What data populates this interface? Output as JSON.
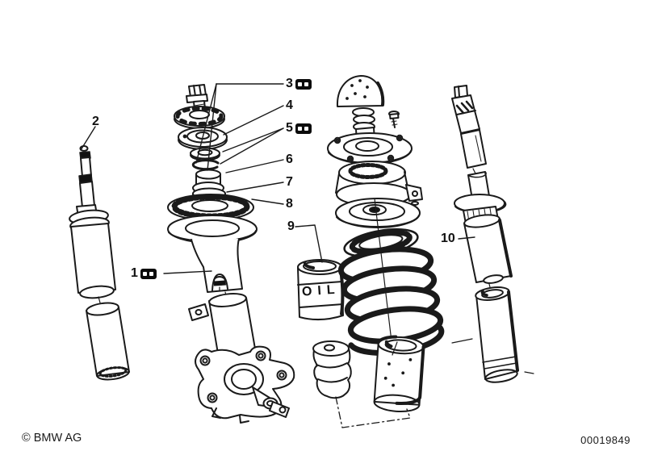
{
  "diagram": {
    "description": "Exploded parts diagram of suspension strut, shock absorber inserts and coil spring"
  },
  "callouts": [
    {
      "num": "1",
      "has_marker": true
    },
    {
      "num": "2",
      "has_marker": false
    },
    {
      "num": "3",
      "has_marker": true
    },
    {
      "num": "4",
      "has_marker": false
    },
    {
      "num": "5",
      "has_marker": true
    },
    {
      "num": "6",
      "has_marker": false
    },
    {
      "num": "7",
      "has_marker": false
    },
    {
      "num": "8",
      "has_marker": false
    },
    {
      "num": "9",
      "has_marker": false
    },
    {
      "num": "10",
      "has_marker": false
    }
  ],
  "oil_can": {
    "label": "OIL"
  },
  "footer": {
    "copyright": "© BMW AG",
    "document_number": "00019849"
  },
  "colors": {
    "ink": "#1a1a1a",
    "background": "#ffffff"
  }
}
